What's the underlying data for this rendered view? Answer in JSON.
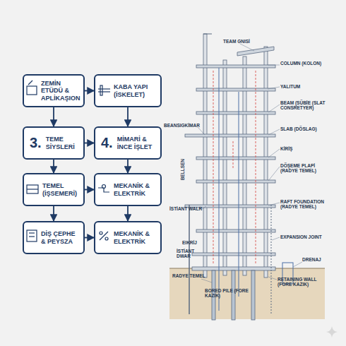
{
  "diagram": {
    "nodes": [
      {
        "text": [
          "ZEMİN ETÜDÜ & APLİKAŞION"
        ]
      },
      {
        "text": [
          "KABA YAPI (İSKELET)"
        ]
      },
      {
        "text": [
          "3.",
          "TEME SİYSLERİ"
        ]
      },
      {
        "text": [
          "4.",
          "MİMARİ & İNCE İŞLET"
        ]
      },
      {
        "text": [
          "TEMEL (İŞSEMERİ)"
        ]
      },
      {
        "text": [
          "MEKANİK & ELEKTRİK"
        ]
      },
      {
        "text": [
          "DİŞ ÇEPHE & PEYSZA"
        ]
      },
      {
        "text": [
          "MEKANİK & ELEKTRİK"
        ]
      }
    ],
    "edges": [
      {
        "from": 0,
        "to": 1,
        "arrow": "to"
      },
      {
        "from": 0,
        "to": 2,
        "arrow": "to"
      },
      {
        "from": 1,
        "to": 3,
        "arrow": "to"
      },
      {
        "from": 2,
        "to": 3,
        "arrow": "to"
      },
      {
        "from": 2,
        "to": 4,
        "arrow": "to"
      },
      {
        "from": 3,
        "to": 5,
        "arrow": "to"
      },
      {
        "from": 4,
        "to": 5,
        "arrow": "to"
      },
      {
        "from": 4,
        "to": 6,
        "arrow": "to"
      },
      {
        "from": 5,
        "to": 7,
        "arrow": "to"
      },
      {
        "from": 6,
        "to": 7,
        "arrow": "to"
      }
    ],
    "labels": [
      "TEAM GNISİ",
      "COLUMN (KOLON)",
      "YALITUM",
      "BEAM (SÜBİE (SLAT CONSRETYER)",
      "SLAB (DÖSLAG)",
      "KİRİŞ",
      "DÖŞEME PLAPİ (RADYE TEMEL)",
      "RAFT FOUNDATION (RADYE TEMEL)",
      "EXPANSION JOINT",
      "DRENAJ",
      "RETAINING WALL (FORE KAZIK)",
      "BEANSIGKİMAR",
      "BELLSEN",
      "İSTİANT WALR",
      "EIKRİJ",
      "İSTİANT DWAR",
      "RADYE TEMEL",
      "BORED PILE (FORE KAZIK)"
    ]
  }
}
